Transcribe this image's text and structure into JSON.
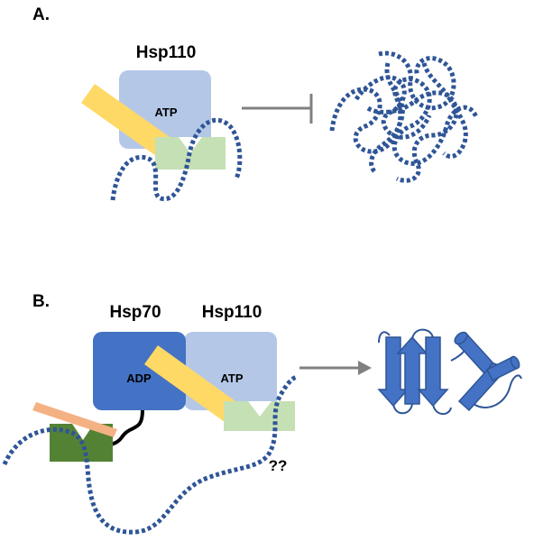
{
  "panel_a": {
    "label": "A.",
    "hsp110_name": "Hsp110",
    "hsp110_nucleotide": "ATP"
  },
  "panel_b": {
    "label": "B.",
    "hsp70_name": "Hsp70",
    "hsp70_nucleotide": "ADP",
    "hsp110_name": "Hsp110",
    "hsp110_nucleotide": "ATP",
    "question": "??"
  },
  "colors": {
    "hsp110_nbd": "#b4c7e7",
    "hsp70_nbd": "#4472c4",
    "lid": "#ffd966",
    "hsp110_sbd": "#c5e0b4",
    "hsp70_sbd": "#548235",
    "hsp70_lid": "#f4b183",
    "substrate_chain": "#2f5597",
    "arrow": "#808080"
  }
}
